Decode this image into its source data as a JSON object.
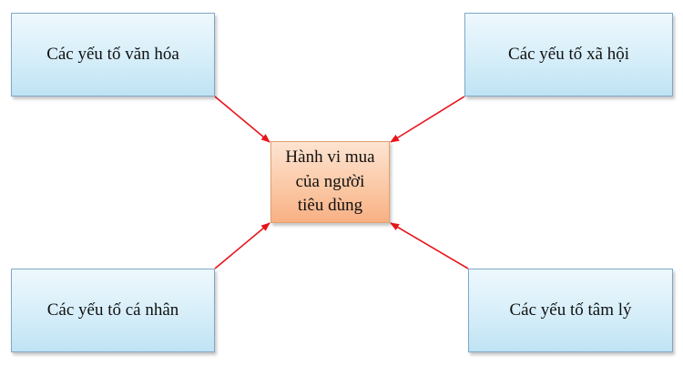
{
  "center": {
    "line1": "Hành vi mua",
    "line2": "của người",
    "line3": "tiêu dùng"
  },
  "factors": {
    "cultural": "Các yếu tố văn hóa",
    "social": "Các yếu tố xã hội",
    "personal": "Các yếu tố cá nhân",
    "psychological": "Các yếu tố tâm lý"
  },
  "colors": {
    "arrow": "#e8141c",
    "factor_fill": "#d6eef9",
    "center_fill": "#fbc9a6"
  }
}
